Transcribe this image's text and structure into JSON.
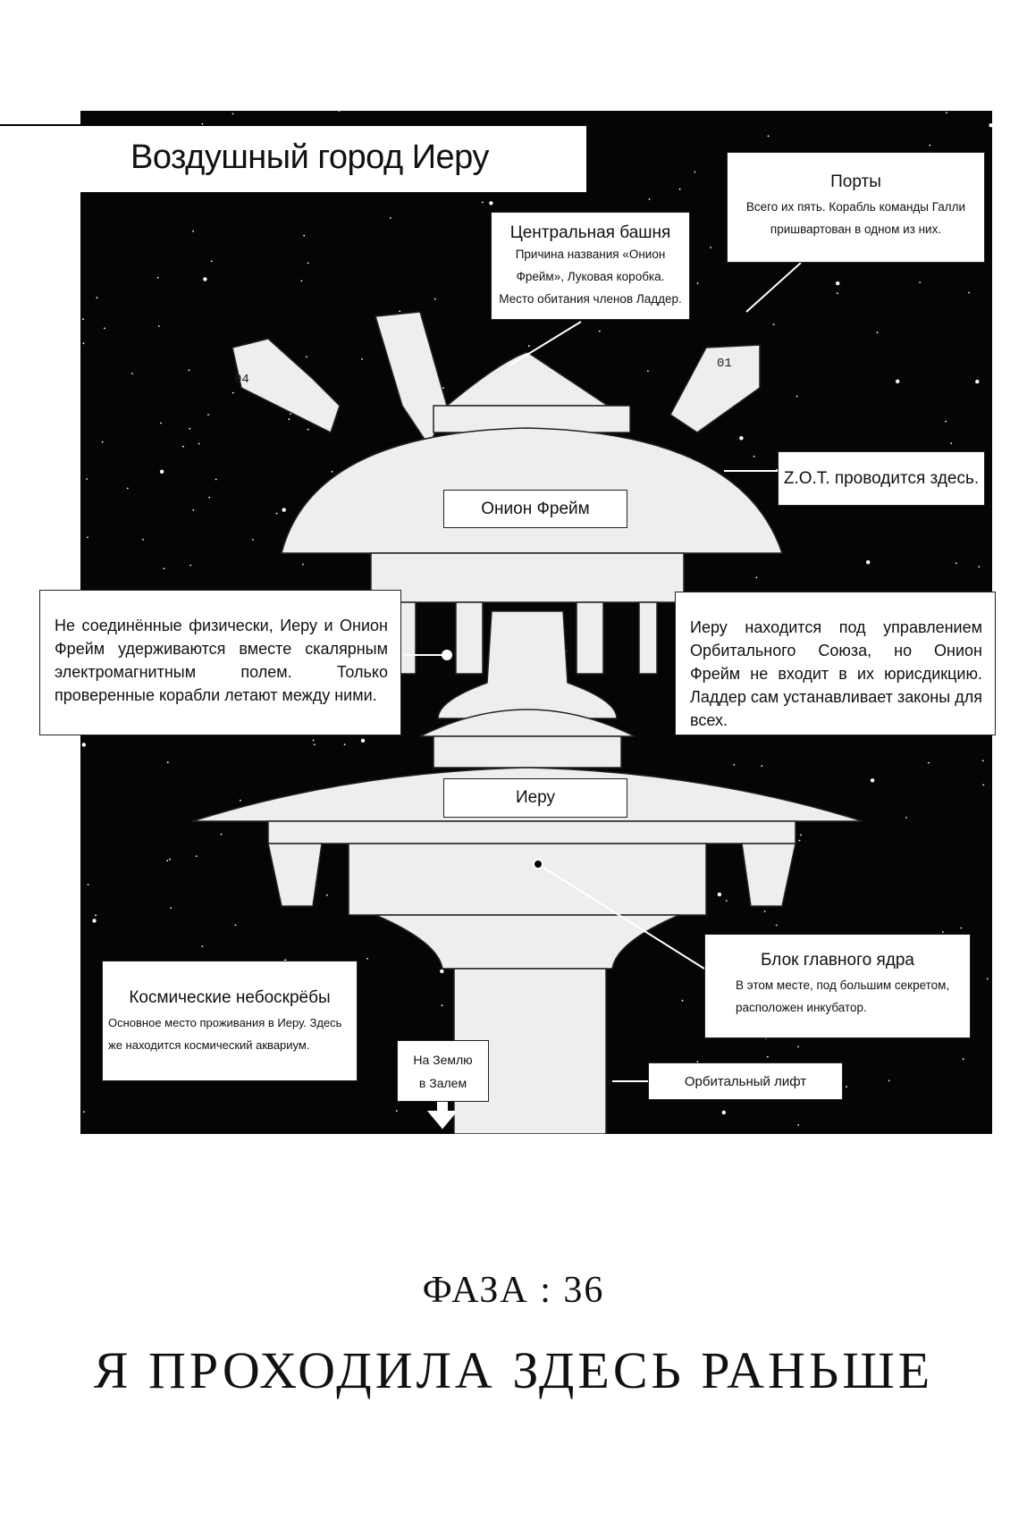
{
  "title": "Воздушный город Иеру",
  "labels": {
    "ports": {
      "heading": "Порты",
      "text": [
        "Всего их пять. Корабль команды Галли",
        "пришвартован в одном из них."
      ]
    },
    "central_tower": {
      "heading": "Центральная башня",
      "text": [
        "Причина названия «Онион",
        "Фрейм», Луковая коробка.",
        "Место обитания членов Ладдер."
      ]
    },
    "zot": "Z.O.T. проводится здесь.",
    "onion_frame": "Онион Фрейм",
    "left_note": "Не соединённые физически, Иеру и Онион Фрейм удерживаются вместе скалярным электромагнитным полем. Только проверенные корабли летают между ними.",
    "right_note": "Иеру находится под управлением Орбитального Союза, но Онион Фрейм не входит в их юрисдикцию. Ладдер сам устанавливает законы для всех.",
    "ieru": "Иеру",
    "core_block": {
      "heading": "Блок главного ядра",
      "text": [
        "В этом месте, под большим секретом,",
        "расположен инкубатор."
      ]
    },
    "skyscrapers": {
      "heading": "Космические небоскрёбы",
      "text": [
        "Основное место проживания в Иеру. Здесь",
        "же находится космический аквариум."
      ]
    },
    "to_earth": [
      "На Землю",
      "в Залем"
    ],
    "orbital_lift": "Орбитальный лифт",
    "port_numbers": [
      "04",
      "01"
    ]
  },
  "chapter": {
    "phase": "ФАЗА : 36",
    "title": "Я ПРОХОДИЛА ЗДЕСЬ РАНЬШЕ"
  }
}
